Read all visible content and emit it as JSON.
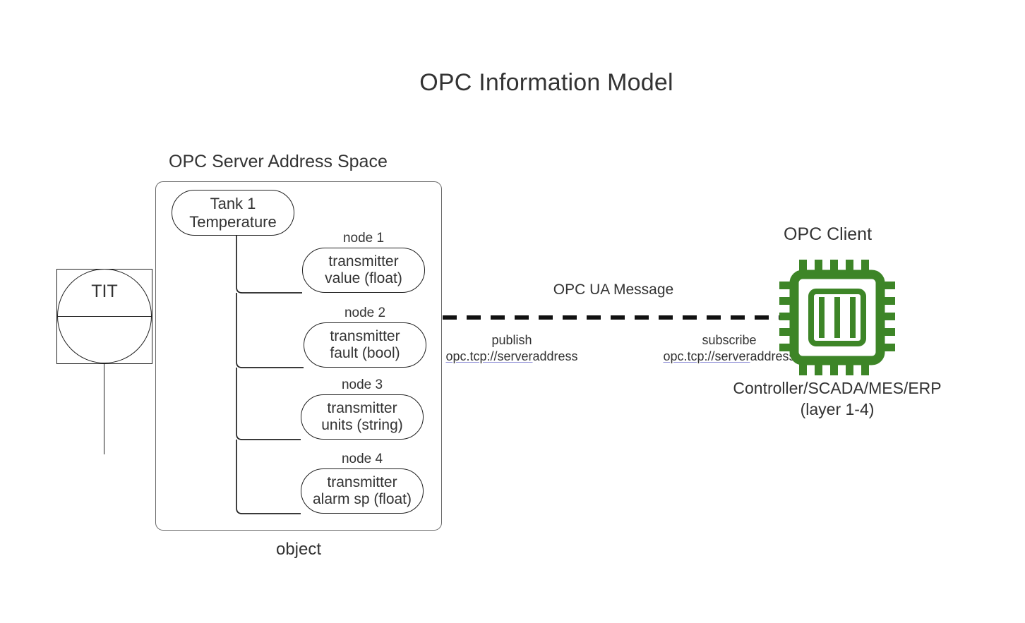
{
  "title": "OPC Information Model",
  "server": {
    "caption": "OPC Server Address Space",
    "object_caption": "object",
    "root": {
      "line1": "Tank 1",
      "line2": "Temperature"
    },
    "nodes": [
      {
        "label": "node 1",
        "line1": "transmitter",
        "line2": "value (float)"
      },
      {
        "label": "node 2",
        "line1": "transmitter",
        "line2": "fault (bool)"
      },
      {
        "label": "node 3",
        "line1": "transmitter",
        "line2": "units (string)"
      },
      {
        "label": "node 4",
        "line1": "transmitter",
        "line2": "alarm sp (float)"
      }
    ]
  },
  "instrument": {
    "tag": "TIT",
    "icon": "instrument-balloon-icon"
  },
  "link": {
    "message_label": "OPC UA Message",
    "publish": {
      "verb": "publish",
      "uri_link": "opc.tcp://server",
      "uri_tail": "address"
    },
    "subscribe": {
      "verb": "subscribe",
      "uri_link": "opc.tcp://server",
      "uri_tail": "address"
    }
  },
  "client": {
    "caption": "OPC Client",
    "icon": "cpu-chip-icon",
    "role_line1": "Controller/SCADA/MES/ERP",
    "role_line2": "(layer 1-4)"
  },
  "colors": {
    "chip_green": "#3d8527",
    "stroke": "#1f1f1f",
    "box_stroke": "#666666",
    "text": "#333333",
    "link_underline": "#8f8fd6"
  }
}
